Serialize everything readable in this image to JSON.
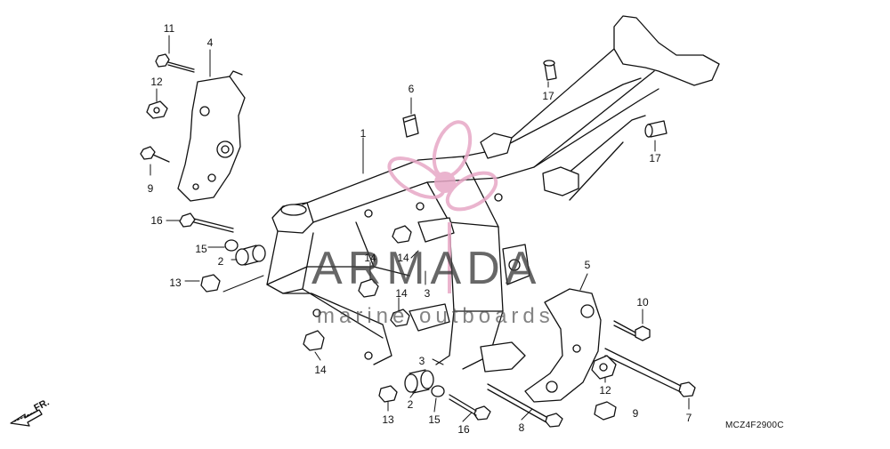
{
  "diagram": {
    "code": "MCZ4F2900C",
    "direction_label": "FR.",
    "watermark": {
      "brand": "ARMADA",
      "tagline": "marine outboards",
      "color": "#e7a8c6"
    },
    "callouts": [
      "11",
      "4",
      "12",
      "9",
      "6",
      "1",
      "17",
      "17",
      "16",
      "15",
      "2",
      "13",
      "14",
      "14",
      "3",
      "14",
      "14",
      "3",
      "2",
      "13",
      "15",
      "16",
      "8",
      "5",
      "10",
      "12",
      "9",
      "7"
    ]
  }
}
